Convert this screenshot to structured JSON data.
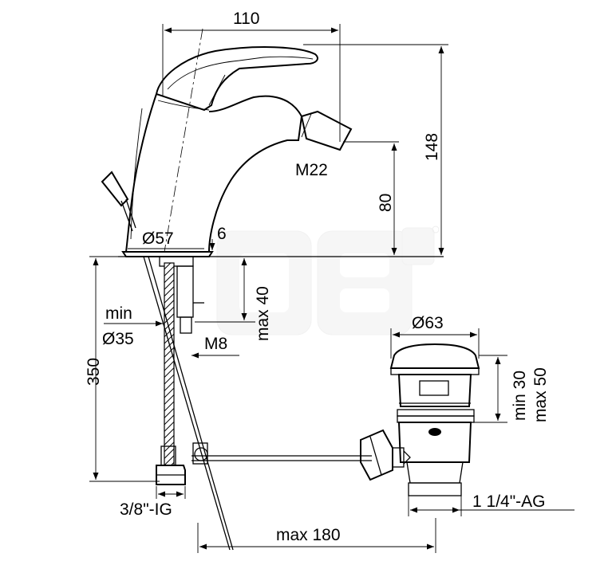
{
  "labels": {
    "width_110": "110",
    "height_148": "148",
    "thread_m22": "M22",
    "height_80": "80",
    "dia_57": "Ø57",
    "dim_6": "6",
    "max_40": "max 40",
    "min_label": "min",
    "dia_35": "Ø35",
    "thread_m8": "M8",
    "height_350": "350",
    "thread_3_8": "3/8\"-IG",
    "dia_63": "Ø63",
    "min_30": "min 30",
    "max_50": "max 50",
    "thread_1_1_4": "1 1/4\"-AG",
    "max_180": "max 180"
  },
  "icons": {
    "watermark": "watermark-logo",
    "faucet": "bidet-faucet-icon",
    "drain": "pop-up-drain-icon"
  }
}
